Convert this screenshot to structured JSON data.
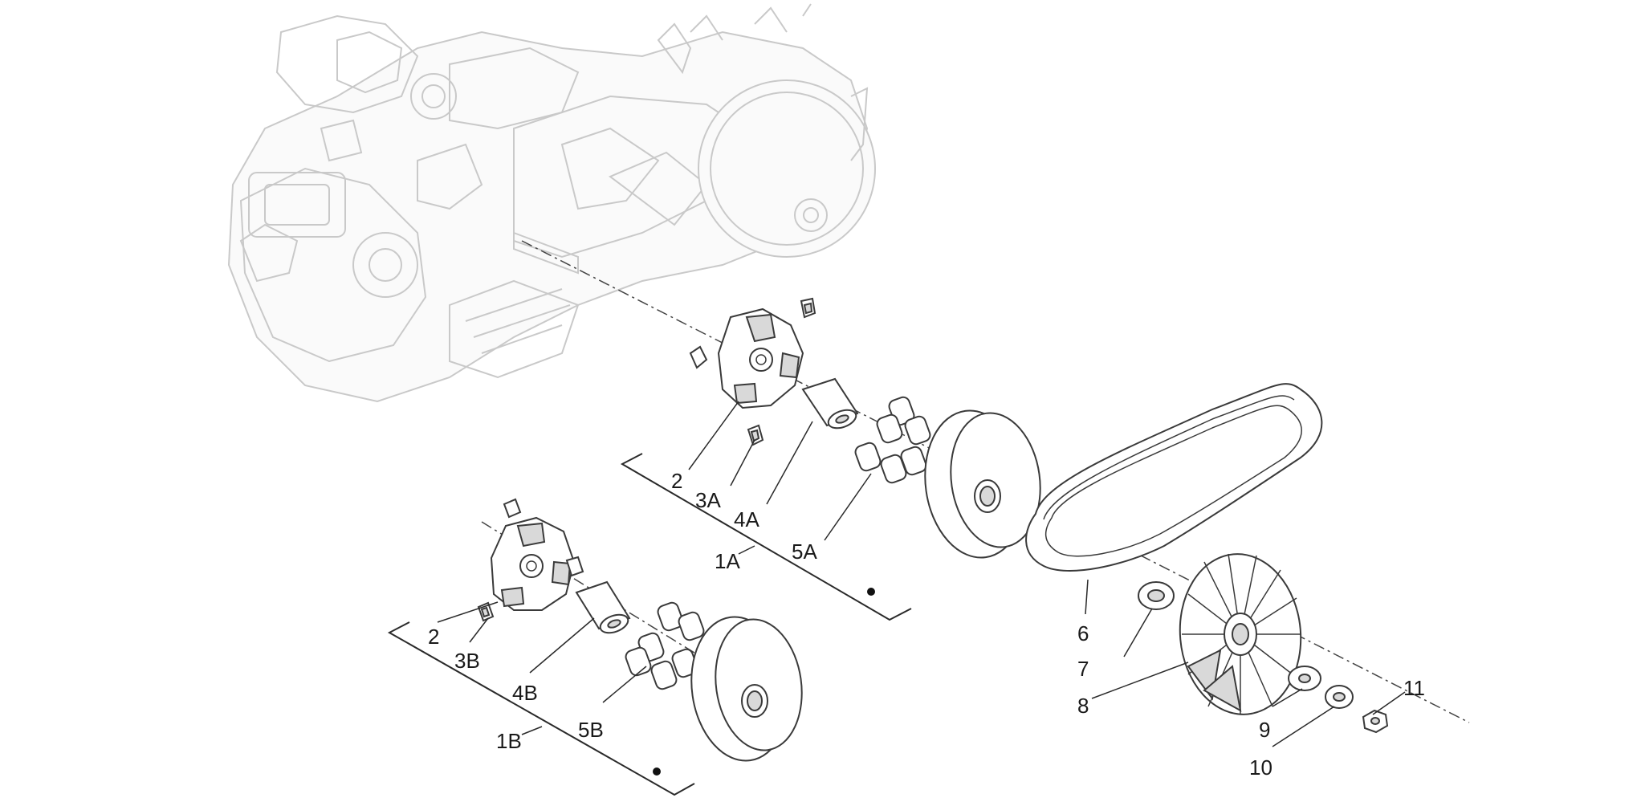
{
  "diagram": {
    "labels": {
      "l2a": "2",
      "l3a": "3A",
      "l4a": "4A",
      "l5a": "5A",
      "l1a": "1A",
      "l2b": "2",
      "l3b": "3B",
      "l4b": "4B",
      "l5b": "5B",
      "l1b": "1B",
      "l6": "6",
      "l7": "7",
      "l8": "8",
      "l9": "9",
      "l10": "10",
      "l11": "11"
    },
    "colors": {
      "line": "#3a3a3a",
      "ghost": "#c9c9c9",
      "fill": "#ffffff",
      "shade": "#d9d9d9"
    }
  }
}
